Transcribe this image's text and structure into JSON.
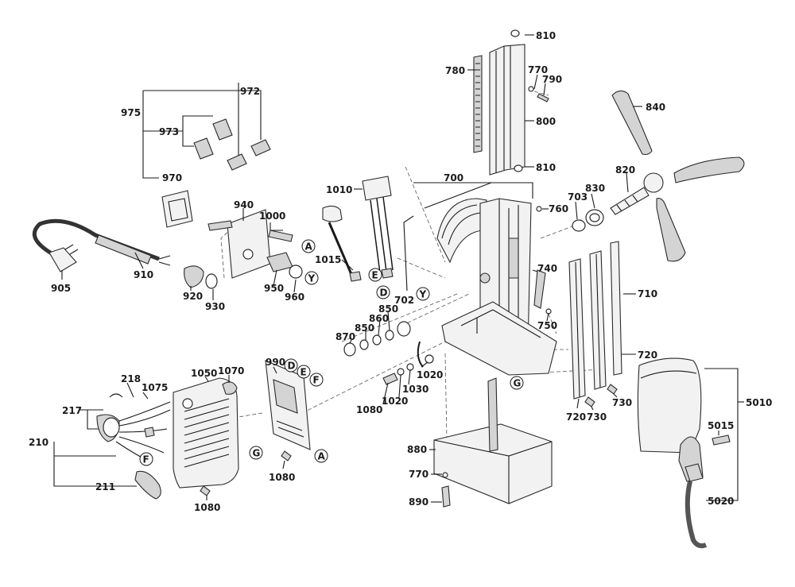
{
  "callouts": [
    {
      "id": "c810a",
      "text": "810"
    },
    {
      "id": "c780",
      "text": "780"
    },
    {
      "id": "c770a",
      "text": "770"
    },
    {
      "id": "c790",
      "text": "790"
    },
    {
      "id": "c800",
      "text": "800"
    },
    {
      "id": "c810b",
      "text": "810"
    },
    {
      "id": "c840",
      "text": "840"
    },
    {
      "id": "c820",
      "text": "820"
    },
    {
      "id": "c830",
      "text": "830"
    },
    {
      "id": "c703",
      "text": "703"
    },
    {
      "id": "c700",
      "text": "700"
    },
    {
      "id": "c760",
      "text": "760"
    },
    {
      "id": "c740",
      "text": "740"
    },
    {
      "id": "c750",
      "text": "750"
    },
    {
      "id": "c710",
      "text": "710"
    },
    {
      "id": "c720a",
      "text": "720"
    },
    {
      "id": "c720b",
      "text": "720"
    },
    {
      "id": "c730a",
      "text": "730"
    },
    {
      "id": "c730b",
      "text": "730"
    },
    {
      "id": "c5010",
      "text": "5010"
    },
    {
      "id": "c5015",
      "text": "5015"
    },
    {
      "id": "c5020",
      "text": "5020"
    },
    {
      "id": "c972",
      "text": "972"
    },
    {
      "id": "c975",
      "text": "975"
    },
    {
      "id": "c973",
      "text": "973"
    },
    {
      "id": "c970",
      "text": "970"
    },
    {
      "id": "c940",
      "text": "940"
    },
    {
      "id": "c1000",
      "text": "1000"
    },
    {
      "id": "c905",
      "text": "905"
    },
    {
      "id": "c910",
      "text": "910"
    },
    {
      "id": "c920",
      "text": "920"
    },
    {
      "id": "c930",
      "text": "930"
    },
    {
      "id": "c950",
      "text": "950"
    },
    {
      "id": "c960",
      "text": "960"
    },
    {
      "id": "c1010",
      "text": "1010"
    },
    {
      "id": "c1015",
      "text": "1015"
    },
    {
      "id": "c702",
      "text": "702"
    },
    {
      "id": "c850a",
      "text": "850"
    },
    {
      "id": "c860",
      "text": "860"
    },
    {
      "id": "c850b",
      "text": "850"
    },
    {
      "id": "c870",
      "text": "870"
    },
    {
      "id": "c1020a",
      "text": "1020"
    },
    {
      "id": "c1020b",
      "text": "1020"
    },
    {
      "id": "c1030",
      "text": "1030"
    },
    {
      "id": "c1080a",
      "text": "1080"
    },
    {
      "id": "c1080b",
      "text": "1080"
    },
    {
      "id": "c1080c",
      "text": "1080"
    },
    {
      "id": "c990",
      "text": "990"
    },
    {
      "id": "c1050",
      "text": "1050"
    },
    {
      "id": "c1070",
      "text": "1070"
    },
    {
      "id": "c218",
      "text": "218"
    },
    {
      "id": "c1075",
      "text": "1075"
    },
    {
      "id": "c217",
      "text": "217"
    },
    {
      "id": "c210",
      "text": "210"
    },
    {
      "id": "c211",
      "text": "211"
    },
    {
      "id": "c880",
      "text": "880"
    },
    {
      "id": "c770b",
      "text": "770"
    },
    {
      "id": "c890",
      "text": "890"
    }
  ],
  "connectors": [
    {
      "id": "bA1",
      "letter": "A"
    },
    {
      "id": "bY1",
      "letter": "Y"
    },
    {
      "id": "bE1",
      "letter": "E"
    },
    {
      "id": "bD1",
      "letter": "D"
    },
    {
      "id": "bY2",
      "letter": "Y"
    },
    {
      "id": "bD2",
      "letter": "D"
    },
    {
      "id": "bE2",
      "letter": "E"
    },
    {
      "id": "bF1",
      "letter": "F"
    },
    {
      "id": "bG1",
      "letter": "G"
    },
    {
      "id": "bA2",
      "letter": "A"
    },
    {
      "id": "bG2",
      "letter": "G"
    },
    {
      "id": "bF2",
      "letter": "F"
    }
  ],
  "colors": {
    "ink": "#1a1a1a",
    "part_fill": "#f2f2f2",
    "shade": "#d4d4d4",
    "background": "#ffffff"
  }
}
